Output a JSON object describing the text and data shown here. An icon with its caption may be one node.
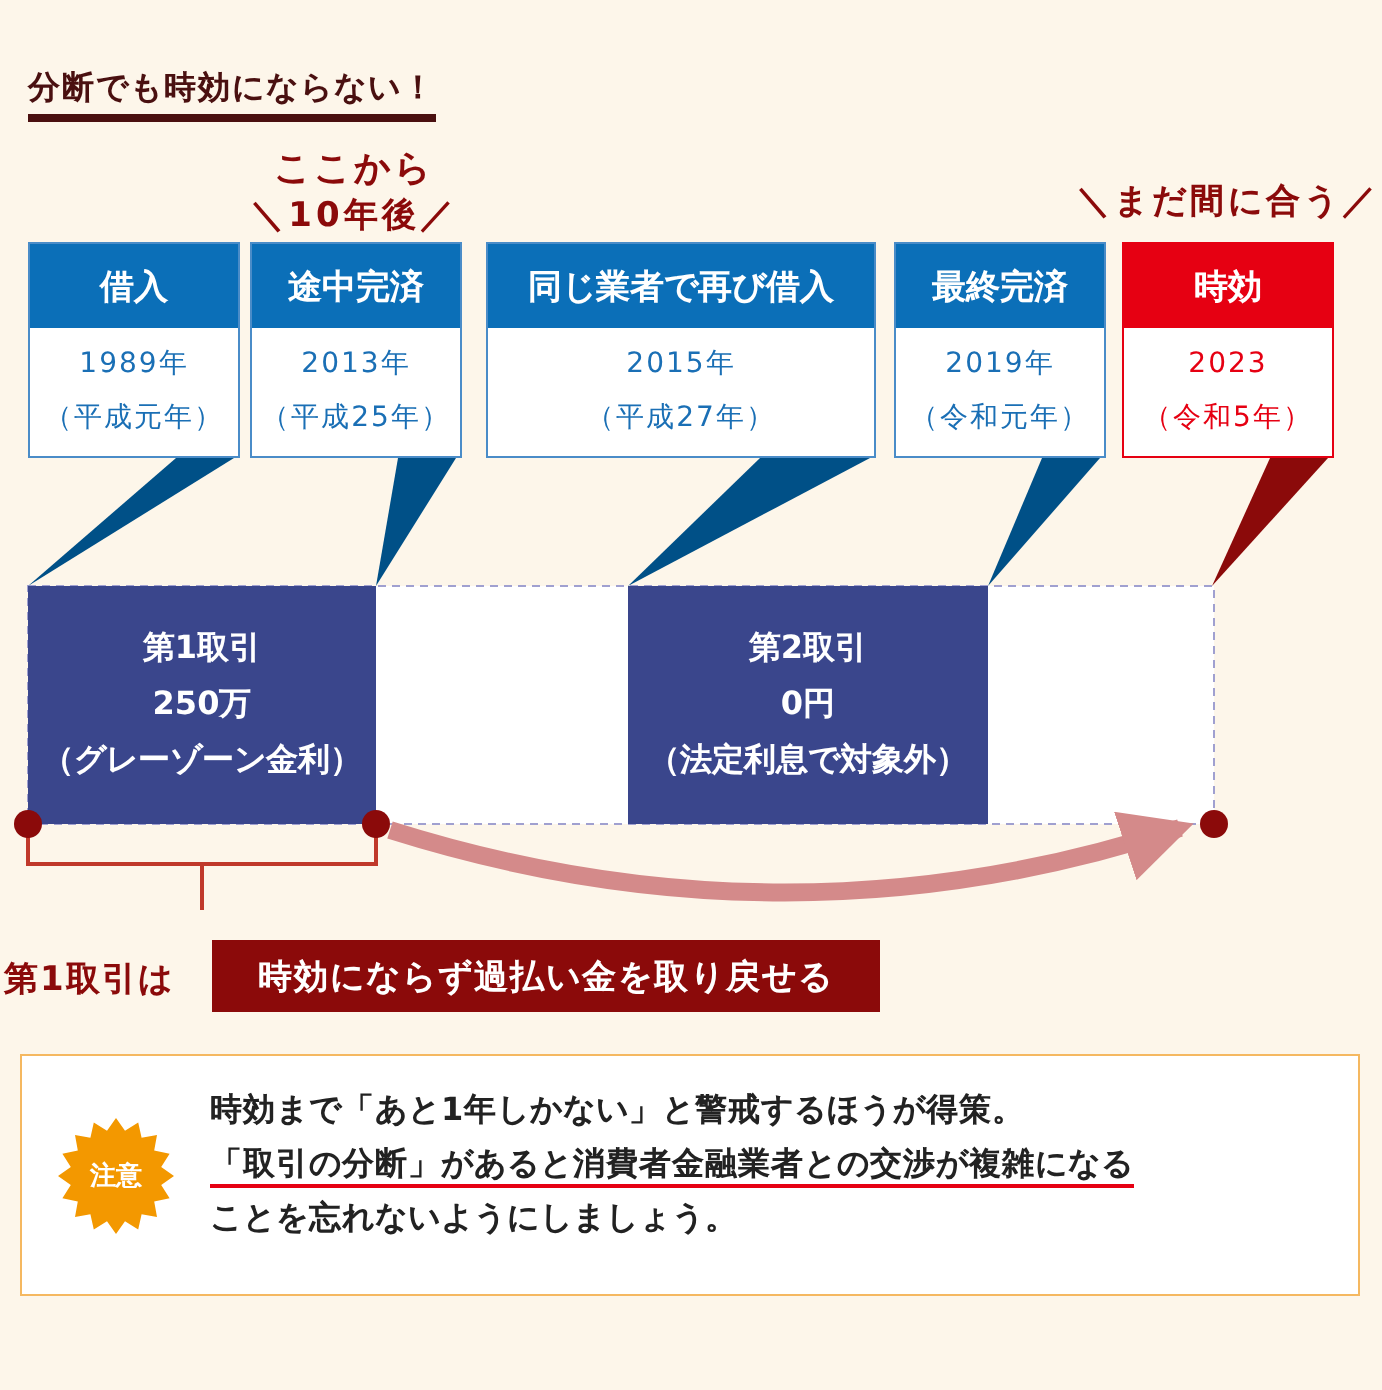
{
  "diagram": {
    "title": "分断でも時効にならない！",
    "nodes": [
      {
        "text": [
          "借入",
          "1989年",
          "（平成元年）"
        ]
      },
      {
        "text": [
          "途中完済",
          "2013年",
          "（平成25年）"
        ]
      },
      {
        "text": [
          "同じ業者で再び借入",
          "2015年",
          "（平成27年）"
        ]
      },
      {
        "text": [
          "最終完済",
          "2019年",
          "（令和元年）"
        ]
      },
      {
        "text": [
          "時効",
          "2023",
          "（令和5年）"
        ]
      },
      {
        "text": [
          "第1取引",
          "250万",
          "（グレーゾーン金利）"
        ]
      },
      {
        "text": [
          "第2取引",
          "0円",
          "（法定利息で対象外）"
        ]
      },
      {
        "text": [],
        "shape": "circle"
      },
      {
        "text": [],
        "shape": "circle"
      },
      {
        "text": [],
        "shape": "circle"
      },
      {
        "text": [
          "時効にならず過払い金を取り戻せる"
        ]
      },
      {
        "text": [
          "時効まで「あと1年しかない」と警戒するほうが得策。",
          "「取引の分断」があると消費者金融業者との交渉が複雑になることを忘れないようにしましょう。"
        ]
      },
      {
        "text": [
          "注意"
        ],
        "in": 11
      }
    ],
    "edges": [
      {
        "from": 0,
        "to": 5,
        "arrow": "to"
      },
      {
        "from": 1,
        "to": 5,
        "arrow": "to"
      },
      {
        "from": 2,
        "to": 6,
        "arrow": "to"
      },
      {
        "from": 3,
        "to": 6,
        "arrow": "to"
      },
      {
        "from": 4,
        "to": null,
        "arrow": "to",
        "color": "#8b0a0a"
      },
      {
        "from": 8,
        "to": 9,
        "arrow": "to",
        "color": "#d48a8a"
      }
    ],
    "labels": [
      "ここから",
      "＼10年後／",
      "＼まだ間に合う／",
      "第1取引は"
    ]
  }
}
